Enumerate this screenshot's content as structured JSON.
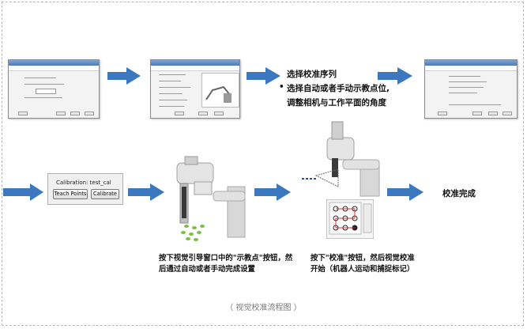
{
  "headings": {
    "step_select": "选择校准序列",
    "bullet": "•",
    "step_teach_line1": "选择自动或者手动示教点位,",
    "step_teach_line2": "调整相机与工作平面的角度",
    "done": "校准完成"
  },
  "captions": {
    "teach_line1": "按下视觉引导窗口中的\"示教点\"按钮，然",
    "teach_line2": "后通过自动或者手动完成设置",
    "calibrate_line1": "按下\"校准\"按钮，然后视觉校准",
    "calibrate_line2": "开始（机器人运动和捕捉标记）"
  },
  "calibration_panel": {
    "label": "Calibration: test_cal",
    "teach_button": "Teach Points",
    "calibrate_button": "Calibrate"
  },
  "figure_caption": "（ 视觉校准流程图 ）",
  "colors": {
    "arrow": "#3c78c0",
    "robot_body": "#dcdcdc",
    "target_dots": "#7ac142"
  }
}
